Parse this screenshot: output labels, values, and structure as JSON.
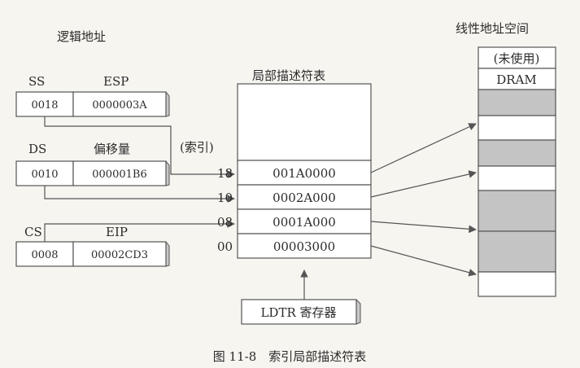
{
  "logical_address_title": "逻辑地址",
  "linear_space_title": "线性地址空间",
  "ldt_title": "局部描述符表",
  "index_label": "(索引)",
  "registers": [
    {
      "seg_name": "SS",
      "off_name": "ESP",
      "seg_value": "0018",
      "off_value": "0000003A"
    },
    {
      "seg_name": "DS",
      "off_name": "偏移量",
      "seg_value": "0010",
      "off_value": "000001B6"
    },
    {
      "seg_name": "CS",
      "off_name": "EIP",
      "seg_value": "0008",
      "off_value": "00002CD3"
    }
  ],
  "ldt_entries": [
    {
      "index": "18",
      "base": "001A0000"
    },
    {
      "index": "10",
      "base": "0002A000"
    },
    {
      "index": "08",
      "base": "0001A000"
    },
    {
      "index": "00",
      "base": "00003000"
    }
  ],
  "memory": {
    "unused_label": "(未使用)",
    "dram_label": "DRAM",
    "blocks": [
      "shaded",
      "white",
      "shaded",
      "white",
      "shaded",
      "shaded",
      "white"
    ]
  },
  "ldtr_label": "LDTR 寄存器",
  "caption": "图 11-8　索引局部描述符表"
}
